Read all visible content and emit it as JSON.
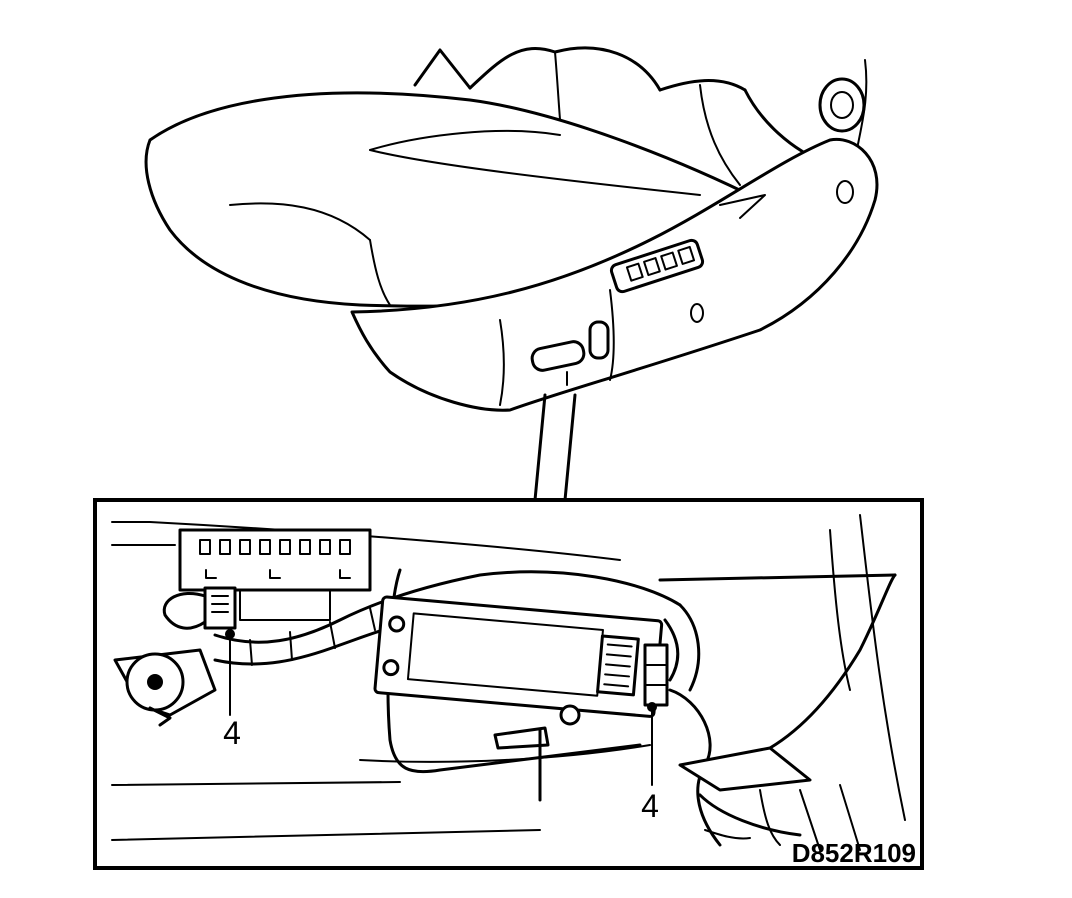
{
  "figure": {
    "drawing_code": "D852R109",
    "callouts": [
      {
        "id": "connector-left",
        "label": "4"
      },
      {
        "id": "connector-right",
        "label": "4"
      }
    ]
  }
}
